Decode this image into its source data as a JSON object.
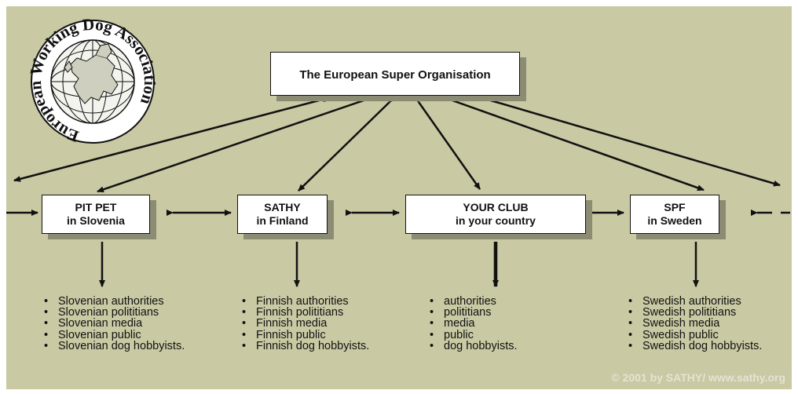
{
  "colors": {
    "background": "#c9c9a4",
    "box_fill": "#ffffff",
    "box_shadow": "#8c8c74",
    "ink": "#111111",
    "copyright": "#e4e4d4"
  },
  "logo": {
    "icon": "globe-europe-map-icon",
    "ring_text": "European Working Dog Association"
  },
  "top_box": {
    "label": "The European Super Organisation"
  },
  "clubs": [
    {
      "line1": "PIT PET",
      "line2": "in Slovenia"
    },
    {
      "line1": "SATHY",
      "line2": "in Finland"
    },
    {
      "line1": "YOUR CLUB",
      "line2": "in your country"
    },
    {
      "line1": "SPF",
      "line2": "in Sweden"
    }
  ],
  "lists": [
    [
      "Slovenian authorities",
      "Slovenian polititians",
      "Slovenian media",
      "Slovenian public",
      "Slovenian dog hobbyists."
    ],
    [
      "Finnish authorities",
      "Finnish polititians",
      "Finnish media",
      "Finnish public",
      "Finnish dog hobbyists."
    ],
    [
      "authorities",
      "polititians",
      "media",
      "public",
      "dog hobbyists."
    ],
    [
      "Swedish authorities",
      "Swedish polititians",
      "Swedish media",
      "Swedish public",
      "Swedish dog hobbyists."
    ]
  ],
  "copyright": "© 2001 by SATHY/ www.sathy.org"
}
